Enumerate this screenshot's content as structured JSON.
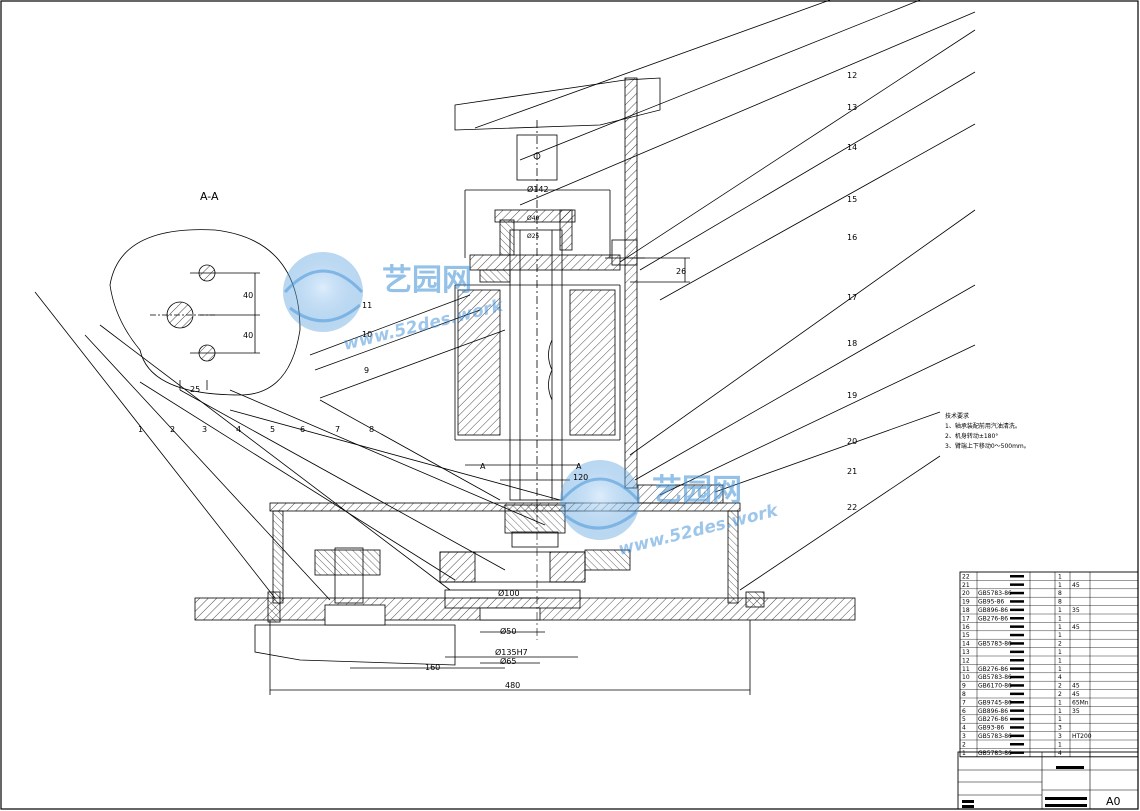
{
  "drawing": {
    "section_title": "A-A",
    "part_numbers_left": [
      "1",
      "2",
      "3",
      "4",
      "5",
      "6",
      "7",
      "8"
    ],
    "part_numbers_mid": [
      "11",
      "10",
      "9"
    ],
    "part_numbers_right": [
      "12",
      "13",
      "14",
      "15",
      "16",
      "17",
      "18",
      "19",
      "20",
      "21",
      "22"
    ],
    "dimensions": {
      "d_top": "Ø142",
      "d_inner1": "Ø40",
      "d_inner2": "Ø25",
      "h_26": "26",
      "d_100": "Ø100",
      "d_50": "Ø50",
      "d_135": "Ø135H7",
      "d_65": "Ø65",
      "w_160": "160",
      "w_480": "480",
      "section_40a": "40",
      "section_40b": "40",
      "section_25": "25",
      "d_120": "120",
      "mark_a": "A",
      "mark_a2": "A"
    },
    "tech_requirements": {
      "title": "技术要求",
      "items": [
        "1、轴承装配前用汽油清洗。",
        "2、机身转动±180°",
        "3、臂端上下移动0～500mm。"
      ]
    },
    "sheet_size": "A0"
  },
  "watermark": {
    "brand": "艺园网",
    "url": "www.52des.work"
  },
  "bom": {
    "rows": [
      {
        "no": "22",
        "std": "",
        "qty": "1",
        "mat": ""
      },
      {
        "no": "21",
        "std": "",
        "qty": "1",
        "mat": "45"
      },
      {
        "no": "20",
        "std": "GB5783-86",
        "qty": "8",
        "mat": ""
      },
      {
        "no": "19",
        "std": "GB95-86",
        "qty": "8",
        "mat": ""
      },
      {
        "no": "18",
        "std": "GB896-86",
        "qty": "1",
        "mat": "35"
      },
      {
        "no": "17",
        "std": "GB276-86",
        "qty": "1",
        "mat": ""
      },
      {
        "no": "16",
        "std": "",
        "qty": "1",
        "mat": "45"
      },
      {
        "no": "15",
        "std": "",
        "qty": "1",
        "mat": ""
      },
      {
        "no": "14",
        "std": "GB5783-86",
        "qty": "2",
        "mat": ""
      },
      {
        "no": "13",
        "std": "",
        "qty": "1",
        "mat": ""
      },
      {
        "no": "12",
        "std": "",
        "qty": "1",
        "mat": ""
      },
      {
        "no": "11",
        "std": "GB276-86",
        "qty": "1",
        "mat": ""
      },
      {
        "no": "10",
        "std": "GB5783-86",
        "qty": "4",
        "mat": ""
      },
      {
        "no": "9",
        "std": "GB6170-86",
        "qty": "2",
        "mat": "45"
      },
      {
        "no": "8",
        "std": "",
        "qty": "2",
        "mat": "45"
      },
      {
        "no": "7",
        "std": "GB9745-86",
        "qty": "1",
        "mat": "65Mn"
      },
      {
        "no": "6",
        "std": "GB896-86",
        "qty": "1",
        "mat": "35"
      },
      {
        "no": "5",
        "std": "GB276-86",
        "qty": "1",
        "mat": ""
      },
      {
        "no": "4",
        "std": "GB93-86",
        "qty": "3",
        "mat": ""
      },
      {
        "no": "3",
        "std": "GB5783-86",
        "qty": "3",
        "mat": "HT200"
      },
      {
        "no": "2",
        "std": "",
        "qty": "1",
        "mat": ""
      },
      {
        "no": "1",
        "std": "GB5783-86",
        "qty": "4",
        "mat": ""
      }
    ]
  },
  "colors": {
    "line": "#000000",
    "watermark": "#3d8fd6"
  }
}
